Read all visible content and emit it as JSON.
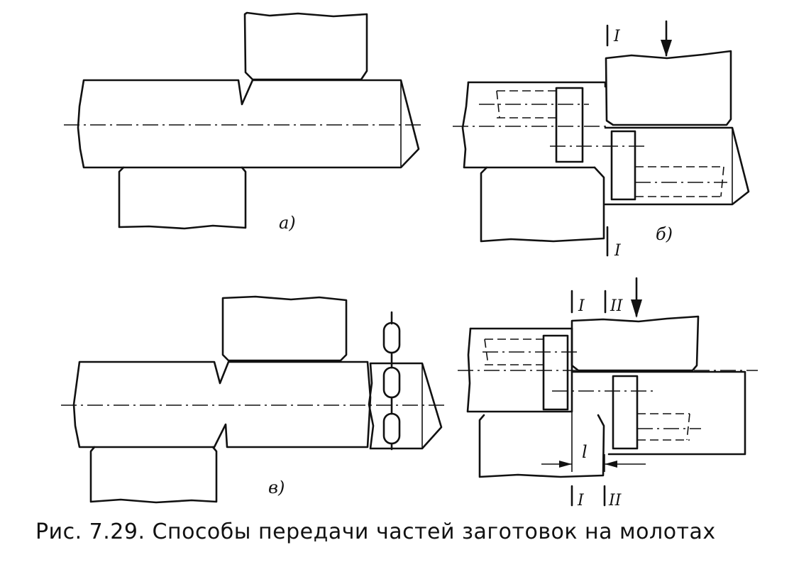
{
  "labels": {
    "a": "а)",
    "b": "б)",
    "v": "в)",
    "section_I": "I",
    "section_II": "II",
    "dimension_l": "l"
  },
  "caption": "Рис. 7.29. Способы передачи частей заготовок на молотах"
}
